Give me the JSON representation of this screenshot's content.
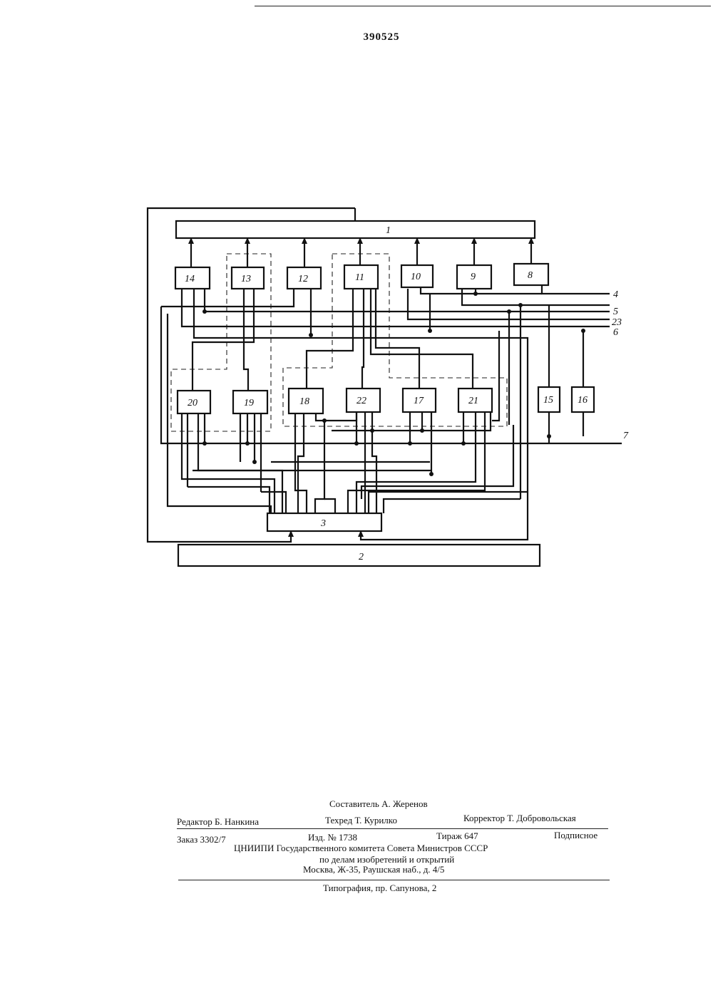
{
  "patent_number": "390525",
  "diagram": {
    "blocks": {
      "b1": "1",
      "b2": "2",
      "b3": "3",
      "b8": "8",
      "b9": "9",
      "b10": "10",
      "b11": "11",
      "b12": "12",
      "b13": "13",
      "b14": "14",
      "b15": "15",
      "b16": "16",
      "b17": "17",
      "b18": "18",
      "b19": "19",
      "b20": "20",
      "b21": "21",
      "b22": "22"
    },
    "lines": {
      "l4": "4",
      "l5": "5",
      "l23": "23",
      "l6": "6",
      "l7": "7"
    }
  },
  "imprint": {
    "compiler": "Составитель А. Жеренов",
    "editor": "Редактор Б. Нанкина",
    "techred": "Техред Т. Курилко",
    "corrector": "Корректор Т. Добровольская",
    "order": "Заказ 3302/7",
    "issue": "Изд. № 1738",
    "circulation": "Тираж 647",
    "subscription": "Подписное",
    "org": "ЦНИИПИ Государственного комитета Совета Министров СССР",
    "org2": "по делам изобретений и открытий",
    "address": "Москва, Ж-35, Раушская наб., д. 4/5",
    "printer": "Типография, пр. Сапунова, 2"
  }
}
